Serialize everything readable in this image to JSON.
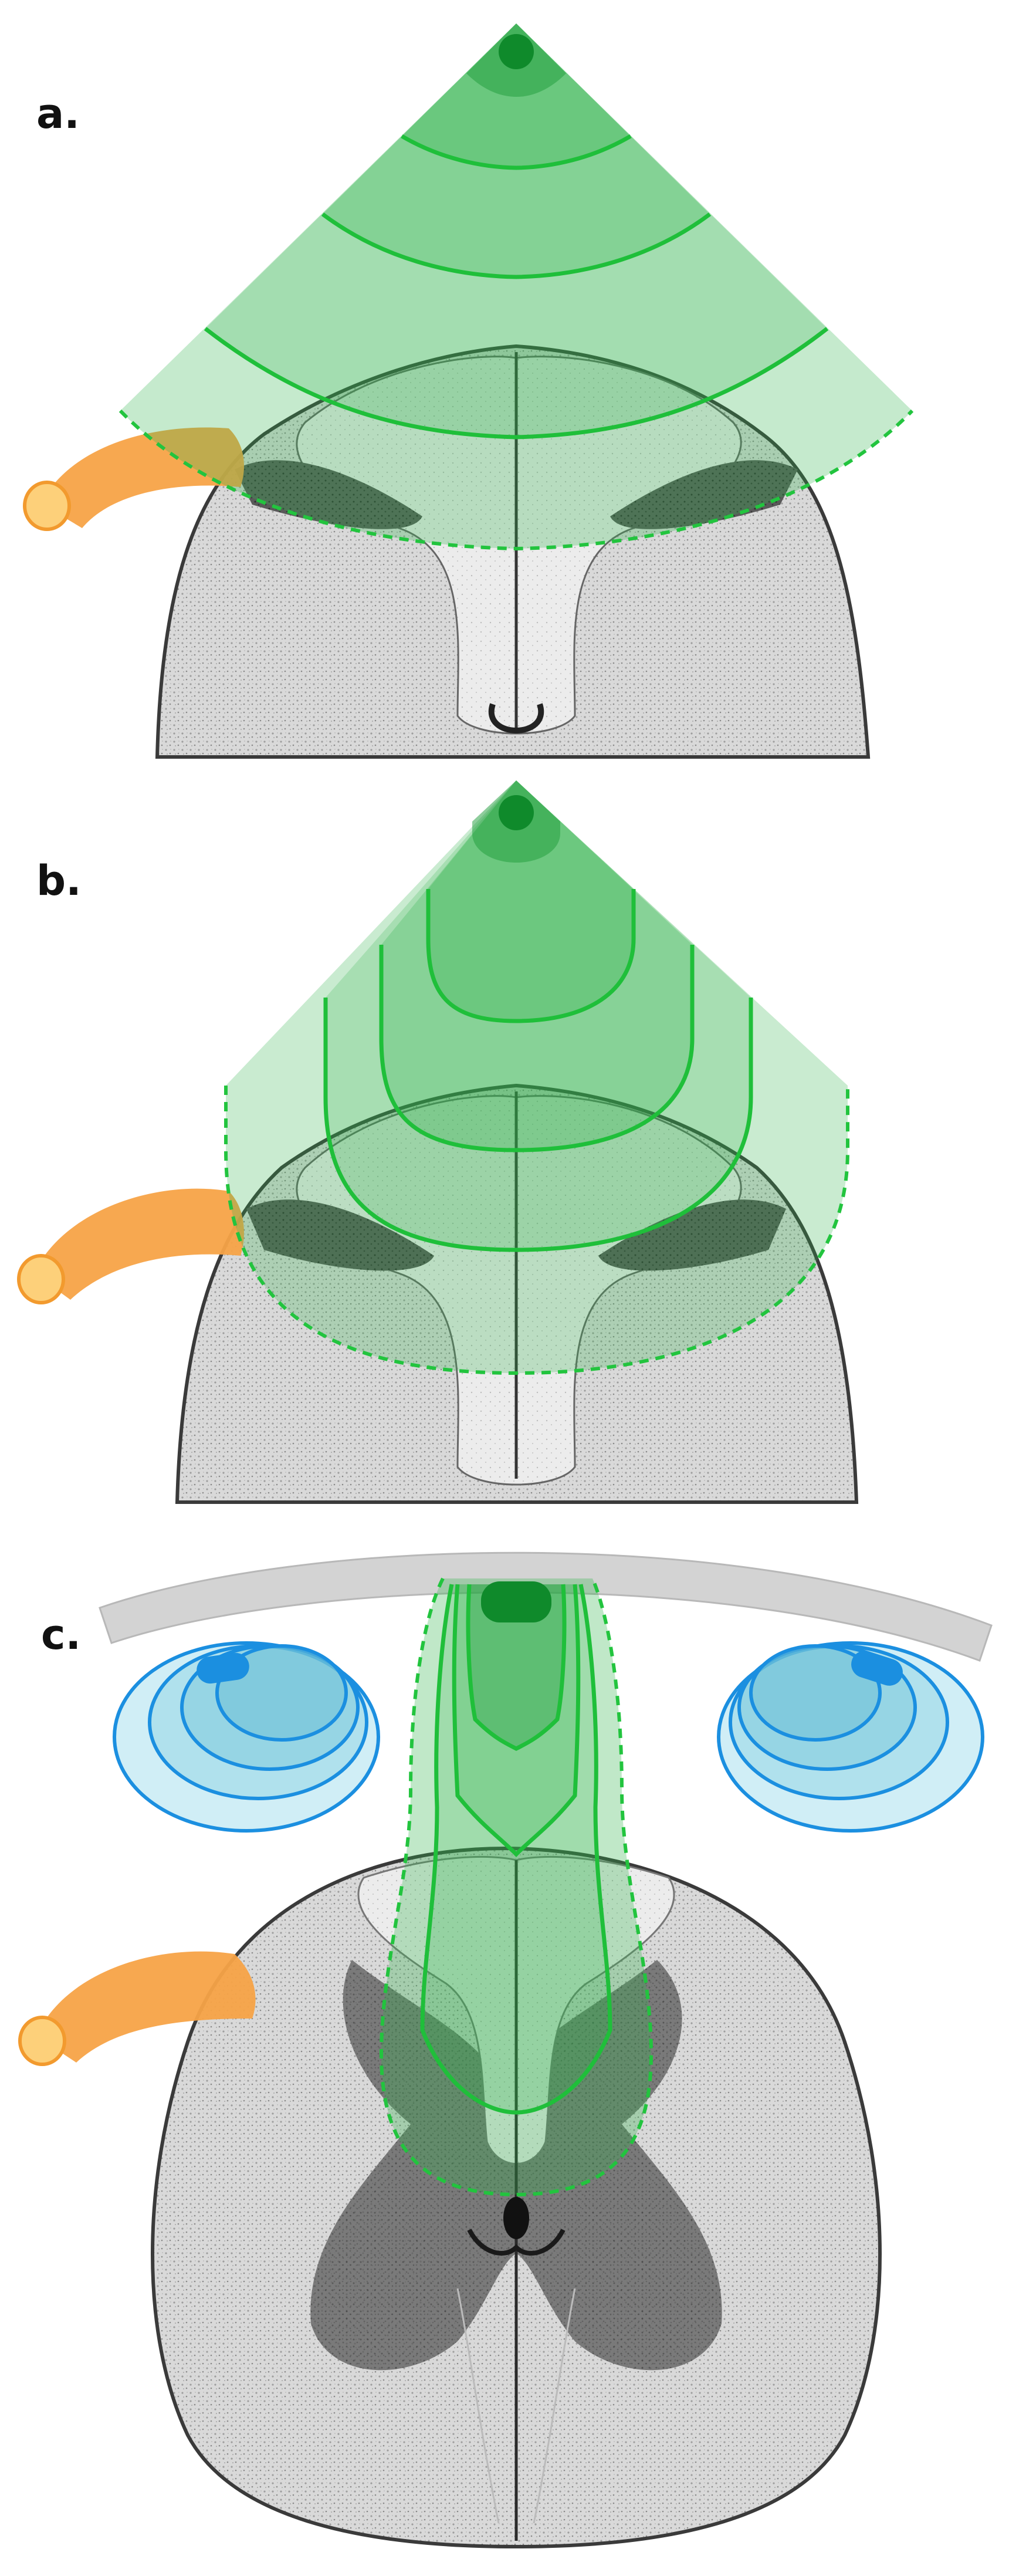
{
  "panels": [
    {
      "id": "a",
      "label": "a."
    },
    {
      "id": "b",
      "label": "b."
    },
    {
      "id": "c",
      "label": "c."
    }
  ],
  "colors": {
    "field_green": "#2fb34a",
    "field_green_dark": "#1e9c3a",
    "contour_green": "#1fbf3a",
    "electrode_green": "#0f8a2b",
    "guard_blue": "#1b8fe0",
    "guard_fill": "#a9e0ee",
    "paddle_gray": "#d3d3d3",
    "dorsal_root_orange": "#f7a347",
    "spinal_cord_gray": "#9a9a9a",
    "white_matter": "#e6e6e6",
    "gray_matter": "#4a4a4a"
  },
  "icons": {
    "electrode": "filled-circle",
    "dorsal_root": "orange-tube",
    "paddle": "curved-bar"
  }
}
